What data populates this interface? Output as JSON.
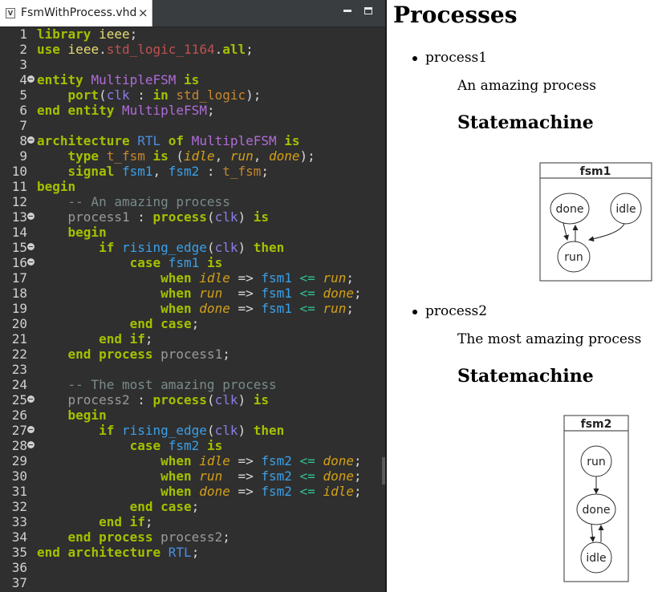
{
  "editor": {
    "tab_title": "FsmWithProcess.vhd",
    "tab_icon": "vhdl-file-icon",
    "close_glyph": "×",
    "lines": [
      {
        "n": "1",
        "segs": [
          [
            "kw",
            "library"
          ],
          [
            "punc",
            " "
          ],
          [
            "lib",
            "ieee"
          ],
          [
            "punc",
            ";"
          ]
        ]
      },
      {
        "n": "2",
        "segs": [
          [
            "kw",
            "use"
          ],
          [
            "punc",
            " "
          ],
          [
            "lib",
            "ieee"
          ],
          [
            "punc",
            "."
          ],
          [
            "str",
            "std_logic_1164"
          ],
          [
            "punc",
            "."
          ],
          [
            "kw",
            "all"
          ],
          [
            "punc",
            ";"
          ]
        ]
      },
      {
        "n": "3",
        "segs": []
      },
      {
        "n": "4",
        "fold": true,
        "segs": [
          [
            "kw",
            "entity"
          ],
          [
            "punc",
            " "
          ],
          [
            "ent",
            "MultipleFSM"
          ],
          [
            "punc",
            " "
          ],
          [
            "kw",
            "is"
          ]
        ]
      },
      {
        "n": "5",
        "segs": [
          [
            "punc",
            "    "
          ],
          [
            "kw",
            "port"
          ],
          [
            "punc",
            "("
          ],
          [
            "clk",
            "clk"
          ],
          [
            "punc",
            " : "
          ],
          [
            "kw",
            "in"
          ],
          [
            "punc",
            " "
          ],
          [
            "typ",
            "std_logic"
          ],
          [
            "punc",
            ");"
          ]
        ]
      },
      {
        "n": "6",
        "segs": [
          [
            "kw",
            "end"
          ],
          [
            "punc",
            " "
          ],
          [
            "kw",
            "entity"
          ],
          [
            "punc",
            " "
          ],
          [
            "ent",
            "MultipleFSM"
          ],
          [
            "punc",
            ";"
          ]
        ]
      },
      {
        "n": "7",
        "segs": []
      },
      {
        "n": "8",
        "fold": true,
        "segs": [
          [
            "kw",
            "architecture"
          ],
          [
            "punc",
            " "
          ],
          [
            "arch",
            "RTL"
          ],
          [
            "punc",
            " "
          ],
          [
            "kw",
            "of"
          ],
          [
            "punc",
            " "
          ],
          [
            "ent",
            "MultipleFSM"
          ],
          [
            "punc",
            " "
          ],
          [
            "kw",
            "is"
          ]
        ]
      },
      {
        "n": "9",
        "segs": [
          [
            "punc",
            "    "
          ],
          [
            "kw",
            "type"
          ],
          [
            "punc",
            " "
          ],
          [
            "typ",
            "t_fsm"
          ],
          [
            "punc",
            " "
          ],
          [
            "kw",
            "is"
          ],
          [
            "punc",
            " ("
          ],
          [
            "st",
            "idle"
          ],
          [
            "punc",
            ", "
          ],
          [
            "st",
            "run"
          ],
          [
            "punc",
            ", "
          ],
          [
            "st",
            "done"
          ],
          [
            "punc",
            ");"
          ]
        ]
      },
      {
        "n": "10",
        "segs": [
          [
            "punc",
            "    "
          ],
          [
            "kw",
            "signal"
          ],
          [
            "punc",
            " "
          ],
          [
            "sig",
            "fsm1"
          ],
          [
            "punc",
            ", "
          ],
          [
            "sig",
            "fsm2"
          ],
          [
            "punc",
            " : "
          ],
          [
            "typ",
            "t_fsm"
          ],
          [
            "punc",
            ";"
          ]
        ]
      },
      {
        "n": "11",
        "segs": [
          [
            "kw",
            "begin"
          ]
        ]
      },
      {
        "n": "12",
        "segs": [
          [
            "punc",
            "    "
          ],
          [
            "cm",
            "-- An amazing process"
          ]
        ]
      },
      {
        "n": "13",
        "fold": true,
        "segs": [
          [
            "punc",
            "    "
          ],
          [
            "proc",
            "process1"
          ],
          [
            "punc",
            " : "
          ],
          [
            "kw",
            "process"
          ],
          [
            "punc",
            "("
          ],
          [
            "clk",
            "clk"
          ],
          [
            "punc",
            ") "
          ],
          [
            "kw",
            "is"
          ]
        ]
      },
      {
        "n": "14",
        "segs": [
          [
            "punc",
            "    "
          ],
          [
            "kw",
            "begin"
          ]
        ]
      },
      {
        "n": "15",
        "fold": true,
        "segs": [
          [
            "punc",
            "        "
          ],
          [
            "kw",
            "if"
          ],
          [
            "punc",
            " "
          ],
          [
            "sig",
            "rising_edge"
          ],
          [
            "punc",
            "("
          ],
          [
            "clk",
            "clk"
          ],
          [
            "punc",
            ") "
          ],
          [
            "kw",
            "then"
          ]
        ]
      },
      {
        "n": "16",
        "fold": true,
        "segs": [
          [
            "punc",
            "            "
          ],
          [
            "kw",
            "case"
          ],
          [
            "punc",
            " "
          ],
          [
            "sig",
            "fsm1"
          ],
          [
            "punc",
            " "
          ],
          [
            "kw",
            "is"
          ]
        ]
      },
      {
        "n": "17",
        "segs": [
          [
            "punc",
            "                "
          ],
          [
            "kw",
            "when"
          ],
          [
            "punc",
            " "
          ],
          [
            "st",
            "idle"
          ],
          [
            "punc",
            " => "
          ],
          [
            "sig",
            "fsm1"
          ],
          [
            "punc",
            " "
          ],
          [
            "op",
            "<="
          ],
          [
            "punc",
            " "
          ],
          [
            "st",
            "run"
          ],
          [
            "punc",
            ";"
          ]
        ]
      },
      {
        "n": "18",
        "segs": [
          [
            "punc",
            "                "
          ],
          [
            "kw",
            "when"
          ],
          [
            "punc",
            " "
          ],
          [
            "st",
            "run"
          ],
          [
            "punc",
            "  => "
          ],
          [
            "sig",
            "fsm1"
          ],
          [
            "punc",
            " "
          ],
          [
            "op",
            "<="
          ],
          [
            "punc",
            " "
          ],
          [
            "st",
            "done"
          ],
          [
            "punc",
            ";"
          ]
        ]
      },
      {
        "n": "19",
        "segs": [
          [
            "punc",
            "                "
          ],
          [
            "kw",
            "when"
          ],
          [
            "punc",
            " "
          ],
          [
            "st",
            "done"
          ],
          [
            "punc",
            " => "
          ],
          [
            "sig",
            "fsm1"
          ],
          [
            "punc",
            " "
          ],
          [
            "op",
            "<="
          ],
          [
            "punc",
            " "
          ],
          [
            "st",
            "run"
          ],
          [
            "punc",
            ";"
          ]
        ]
      },
      {
        "n": "20",
        "segs": [
          [
            "punc",
            "            "
          ],
          [
            "kw",
            "end case"
          ],
          [
            "punc",
            ";"
          ]
        ]
      },
      {
        "n": "21",
        "segs": [
          [
            "punc",
            "        "
          ],
          [
            "kw",
            "end if"
          ],
          [
            "punc",
            ";"
          ]
        ]
      },
      {
        "n": "22",
        "segs": [
          [
            "punc",
            "    "
          ],
          [
            "kw",
            "end process"
          ],
          [
            "punc",
            " "
          ],
          [
            "proc",
            "process1"
          ],
          [
            "punc",
            ";"
          ]
        ]
      },
      {
        "n": "23",
        "segs": []
      },
      {
        "n": "24",
        "segs": [
          [
            "punc",
            "    "
          ],
          [
            "cm",
            "-- The most amazing process"
          ]
        ]
      },
      {
        "n": "25",
        "fold": true,
        "segs": [
          [
            "punc",
            "    "
          ],
          [
            "proc",
            "process2"
          ],
          [
            "punc",
            " : "
          ],
          [
            "kw",
            "process"
          ],
          [
            "punc",
            "("
          ],
          [
            "clk",
            "clk"
          ],
          [
            "punc",
            ") "
          ],
          [
            "kw",
            "is"
          ]
        ]
      },
      {
        "n": "26",
        "segs": [
          [
            "punc",
            "    "
          ],
          [
            "kw",
            "begin"
          ]
        ]
      },
      {
        "n": "27",
        "fold": true,
        "segs": [
          [
            "punc",
            "        "
          ],
          [
            "kw",
            "if"
          ],
          [
            "punc",
            " "
          ],
          [
            "sig",
            "rising_edge"
          ],
          [
            "punc",
            "("
          ],
          [
            "clk",
            "clk"
          ],
          [
            "punc",
            ") "
          ],
          [
            "kw",
            "then"
          ]
        ]
      },
      {
        "n": "28",
        "fold": true,
        "segs": [
          [
            "punc",
            "            "
          ],
          [
            "kw",
            "case"
          ],
          [
            "punc",
            " "
          ],
          [
            "sig",
            "fsm2"
          ],
          [
            "punc",
            " "
          ],
          [
            "kw",
            "is"
          ]
        ]
      },
      {
        "n": "29",
        "segs": [
          [
            "punc",
            "                "
          ],
          [
            "kw",
            "when"
          ],
          [
            "punc",
            " "
          ],
          [
            "st",
            "idle"
          ],
          [
            "punc",
            " => "
          ],
          [
            "sig",
            "fsm2"
          ],
          [
            "punc",
            " "
          ],
          [
            "op",
            "<="
          ],
          [
            "punc",
            " "
          ],
          [
            "st",
            "done"
          ],
          [
            "punc",
            ";"
          ]
        ]
      },
      {
        "n": "30",
        "segs": [
          [
            "punc",
            "                "
          ],
          [
            "kw",
            "when"
          ],
          [
            "punc",
            " "
          ],
          [
            "st",
            "run"
          ],
          [
            "punc",
            "  => "
          ],
          [
            "sig",
            "fsm2"
          ],
          [
            "punc",
            " "
          ],
          [
            "op",
            "<="
          ],
          [
            "punc",
            " "
          ],
          [
            "st",
            "done"
          ],
          [
            "punc",
            ";"
          ]
        ]
      },
      {
        "n": "31",
        "segs": [
          [
            "punc",
            "                "
          ],
          [
            "kw",
            "when"
          ],
          [
            "punc",
            " "
          ],
          [
            "st",
            "done"
          ],
          [
            "punc",
            " => "
          ],
          [
            "sig",
            "fsm2"
          ],
          [
            "punc",
            " "
          ],
          [
            "op",
            "<="
          ],
          [
            "punc",
            " "
          ],
          [
            "st",
            "idle"
          ],
          [
            "punc",
            ";"
          ]
        ]
      },
      {
        "n": "32",
        "segs": [
          [
            "punc",
            "            "
          ],
          [
            "kw",
            "end case"
          ],
          [
            "punc",
            ";"
          ]
        ]
      },
      {
        "n": "33",
        "segs": [
          [
            "punc",
            "        "
          ],
          [
            "kw",
            "end if"
          ],
          [
            "punc",
            ";"
          ]
        ]
      },
      {
        "n": "34",
        "segs": [
          [
            "punc",
            "    "
          ],
          [
            "kw",
            "end process"
          ],
          [
            "punc",
            " "
          ],
          [
            "proc",
            "process2"
          ],
          [
            "punc",
            ";"
          ]
        ]
      },
      {
        "n": "35",
        "segs": [
          [
            "kw",
            "end"
          ],
          [
            "punc",
            " "
          ],
          [
            "kw",
            "architecture"
          ],
          [
            "punc",
            " "
          ],
          [
            "arch",
            "RTL"
          ],
          [
            "punc",
            ";"
          ]
        ]
      },
      {
        "n": "36",
        "segs": []
      },
      {
        "n": "37",
        "segs": []
      }
    ]
  },
  "preview": {
    "heading": "Processes",
    "processes": [
      {
        "name": "process1",
        "description": "An amazing process",
        "statemachine_label": "Statemachine",
        "fsm": {
          "title": "fsm1",
          "states": [
            "done",
            "idle",
            "run"
          ]
        }
      },
      {
        "name": "process2",
        "description": "The most amazing process",
        "statemachine_label": "Statemachine",
        "fsm": {
          "title": "fsm2",
          "states": [
            "run",
            "done",
            "idle"
          ]
        }
      }
    ]
  }
}
